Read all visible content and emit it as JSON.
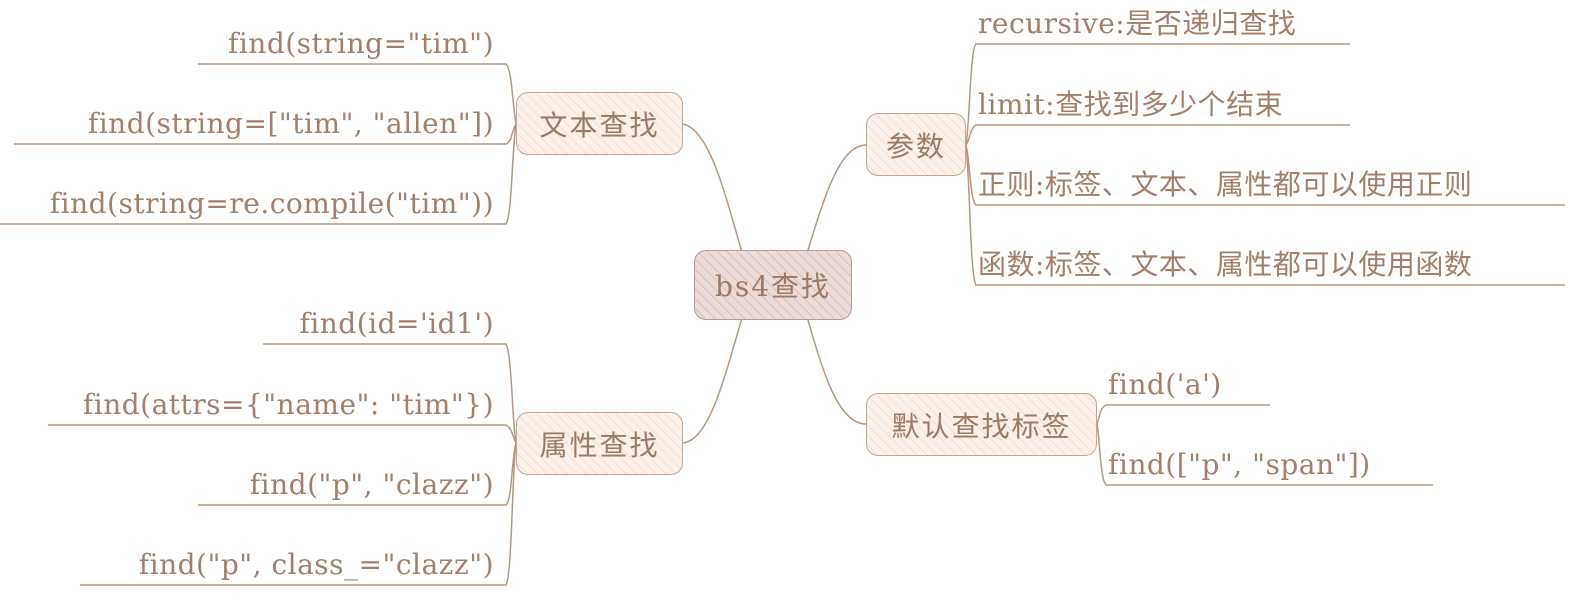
{
  "root": {
    "label": "bs4查找"
  },
  "branches": {
    "text_search": {
      "label": "文本查找",
      "items": [
        "find(string=\"tim\")",
        "find(string=[\"tim\", \"allen\"])",
        "find(string=re.compile(\"tim\"))"
      ]
    },
    "attr_search": {
      "label": "属性查找",
      "items": [
        "find(id='id1')",
        "find(attrs={\"name\": \"tim\"})",
        "find(\"p\", \"clazz\")",
        "find(\"p\", class_=\"clazz\")"
      ]
    },
    "params": {
      "label": "参数",
      "items": [
        "recursive:是否递归查找",
        "limit:查找到多少个结束",
        "正则:标签、文本、属性都可以使用正则",
        "函数:标签、文本、属性都可以使用函数"
      ]
    },
    "default_tag": {
      "label": "默认查找标签",
      "items": [
        "find('a')",
        "find([\"p\", \"span\"])"
      ]
    }
  },
  "colors": {
    "line": "#b9977c",
    "node_border": "#c9a488",
    "node_fill": "#fbf1ea",
    "root_fill": "#ecdcd9",
    "text": "#9a7a64"
  }
}
